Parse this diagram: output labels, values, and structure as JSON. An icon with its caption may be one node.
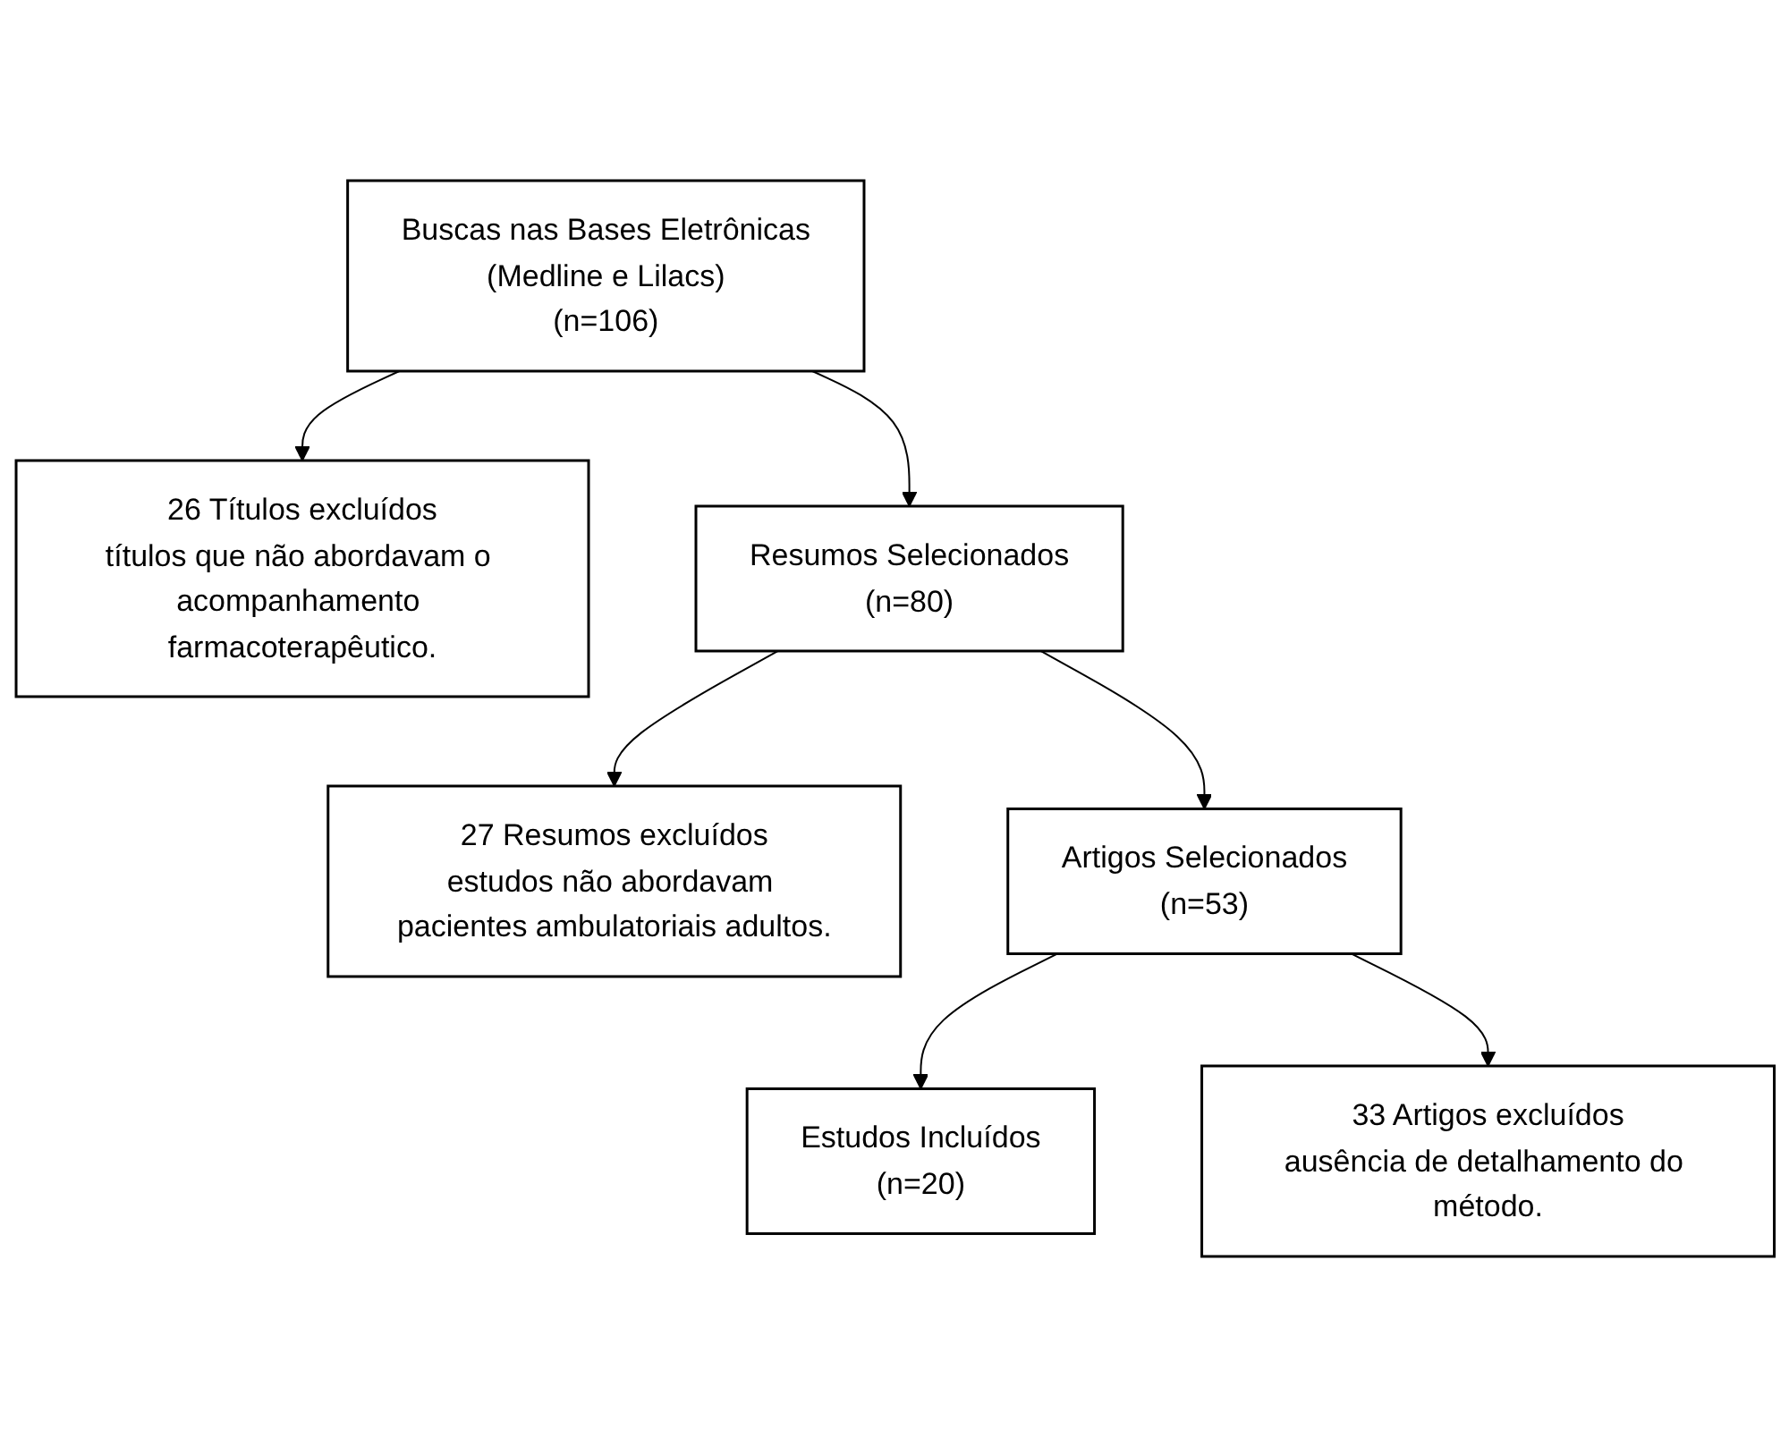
{
  "diagram": {
    "nodes": [
      {
        "text": [
          "Buscas nas Bases Eletrônicas",
          "(Medline e Lilacs)",
          "(n=106)"
        ]
      },
      {
        "text": [
          "26 Títulos excluídos",
          "títulos que não abordavam o acompanhamento farmacoterapêutico."
        ]
      },
      {
        "text": [
          "Resumos Selecionados",
          "(n=80)"
        ]
      },
      {
        "text": [
          "27 Resumos excluídos",
          "estudos não abordavam pacientes ambulatoriais adultos."
        ]
      },
      {
        "text": [
          "Artigos Selecionados",
          "(n=53)"
        ]
      },
      {
        "text": [
          "33 Artigos excluídos",
          "ausência de detalhamento do método."
        ]
      },
      {
        "text": [
          "Estudos Incluídos",
          "(n=20)"
        ]
      }
    ],
    "edges": [
      {
        "from": 0,
        "to": 2,
        "arrow": "to"
      },
      {
        "from": 0,
        "to": 1,
        "arrow": "to"
      },
      {
        "from": 2,
        "to": 4,
        "arrow": "to"
      },
      {
        "from": 2,
        "to": 3,
        "arrow": "to"
      },
      {
        "from": 4,
        "to": 6,
        "arrow": "to"
      },
      {
        "from": 4,
        "to": 5,
        "arrow": "to"
      }
    ]
  }
}
